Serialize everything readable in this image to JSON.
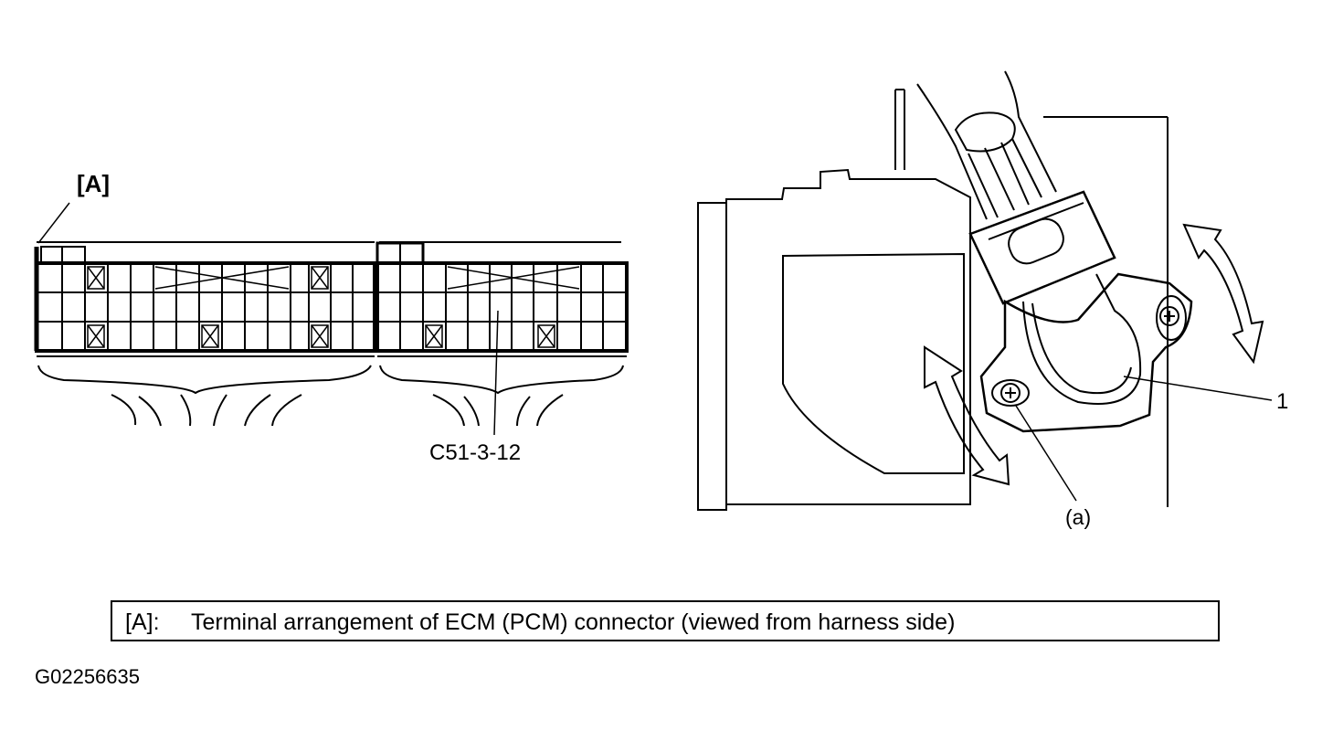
{
  "labels": {
    "bracket_a": "[A]",
    "connector_ref": "C51-3-12",
    "part_1": "1",
    "part_a": "(a)"
  },
  "legend": {
    "key": "[A]:",
    "text": "Terminal arrangement of ECM (PCM) connector (viewed from harness side)"
  },
  "figure_id": "G02256635",
  "colors": {
    "ink": "#000000",
    "paper": "#ffffff"
  },
  "icons": [
    "screw-icon",
    "double-arrow-icon"
  ]
}
